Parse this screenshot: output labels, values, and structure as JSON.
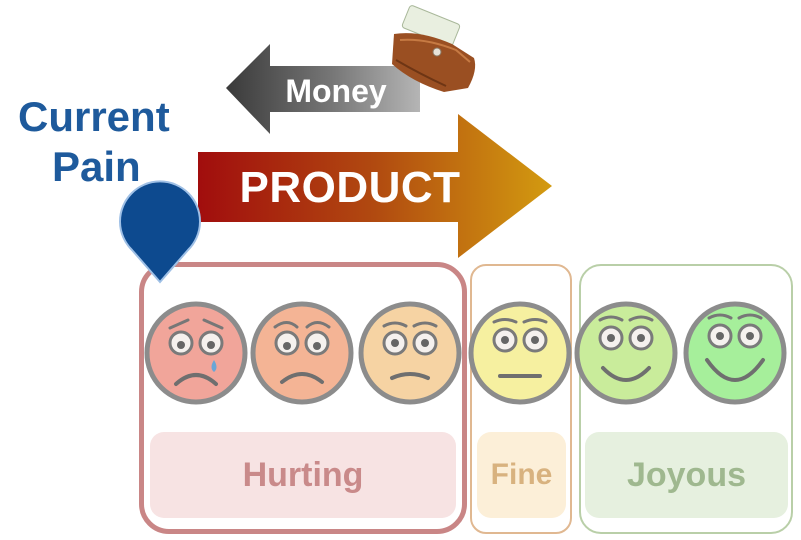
{
  "indicator": {
    "line1": "Current",
    "line2": "Pain",
    "color": "#1e5a9c"
  },
  "arrows": {
    "money_label": "Money",
    "product_label": "PRODUCT"
  },
  "groups": {
    "hurting": {
      "label": "Hurting"
    },
    "fine": {
      "label": "Fine"
    },
    "joyous": {
      "label": "Joyous"
    }
  },
  "faces": [
    {
      "mood": "crying",
      "color": "#f1a59a"
    },
    {
      "mood": "sad",
      "color": "#f4b495"
    },
    {
      "mood": "uneasy",
      "color": "#f6d3a3"
    },
    {
      "mood": "neutral",
      "color": "#f6f0a0"
    },
    {
      "mood": "smiling",
      "color": "#c9ec9b"
    },
    {
      "mood": "grinning",
      "color": "#a6ef9b"
    }
  ],
  "icons": {
    "wallet": "wallet-icon",
    "pin": "location-pin-icon"
  }
}
